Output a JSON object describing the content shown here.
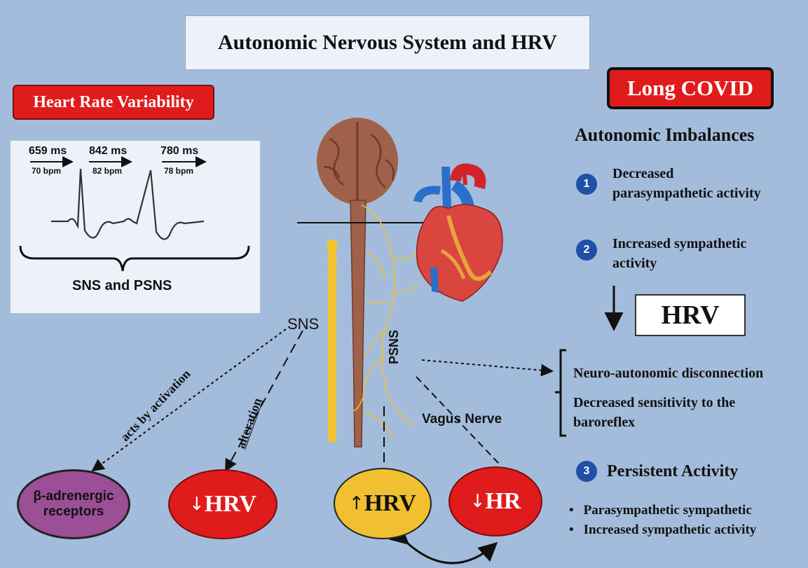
{
  "title": "Autonomic Nervous System and HRV",
  "hrv_panel": {
    "tag": "Heart Rate Variability",
    "intervals": [
      {
        "ms": "659 ms",
        "bpm": "70 bpm"
      },
      {
        "ms": "842 ms",
        "bpm": "82 bpm"
      },
      {
        "ms": "780 ms",
        "bpm": "78 bpm"
      }
    ],
    "caption": "SNS and PSNS"
  },
  "center": {
    "sns_label": "SNS",
    "psns_label": "PSNS",
    "vagus_label": "Vagus Nerve",
    "acts_label": "acts by activation",
    "alteration_label": "alteration"
  },
  "bottom": {
    "beta_line1": "β-adrenergic",
    "beta_line2": "receptors",
    "hrv_down": "HRV",
    "hrv_up": "HRV",
    "hr_down": "HR"
  },
  "covid": {
    "tag": "Long COVID",
    "heading": "Autonomic Imbalances",
    "items": [
      {
        "num": "1",
        "line1": "Decreased",
        "line2": "parasympathetic activity"
      },
      {
        "num": "2",
        "line1": "Increased sympathetic",
        "line2": "activity"
      }
    ],
    "hrv_result": "HRV",
    "consequences": [
      "Neuro-autonomic disconnection",
      "Decreased sensitivity to the",
      "baroreflex"
    ],
    "item3": {
      "num": "3",
      "label": "Persistent Activity"
    },
    "bullets": [
      "Parasympathetic sympathetic",
      "Increased sympathetic activity"
    ]
  },
  "colors": {
    "background": "#a3bcdb",
    "red": "#e01b1b",
    "purple": "#9b4f96",
    "yellow": "#f0c030",
    "blue_badge": "#1f4fa6"
  }
}
